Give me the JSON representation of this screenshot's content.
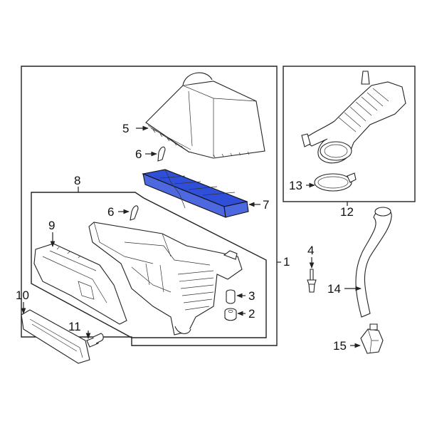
{
  "highlight_color": "#2f4fd9",
  "callouts": [
    {
      "id": "c1",
      "label": "1"
    },
    {
      "id": "c2",
      "label": "2"
    },
    {
      "id": "c3",
      "label": "3"
    },
    {
      "id": "c4",
      "label": "4"
    },
    {
      "id": "c5",
      "label": "5"
    },
    {
      "id": "c6a",
      "label": "6"
    },
    {
      "id": "c6b",
      "label": "6"
    },
    {
      "id": "c7",
      "label": "7"
    },
    {
      "id": "c8",
      "label": "8"
    },
    {
      "id": "c9",
      "label": "9"
    },
    {
      "id": "c10",
      "label": "10"
    },
    {
      "id": "c11",
      "label": "11"
    },
    {
      "id": "c12",
      "label": "12"
    },
    {
      "id": "c13",
      "label": "13"
    },
    {
      "id": "c14",
      "label": "14"
    },
    {
      "id": "c15",
      "label": "15"
    }
  ]
}
